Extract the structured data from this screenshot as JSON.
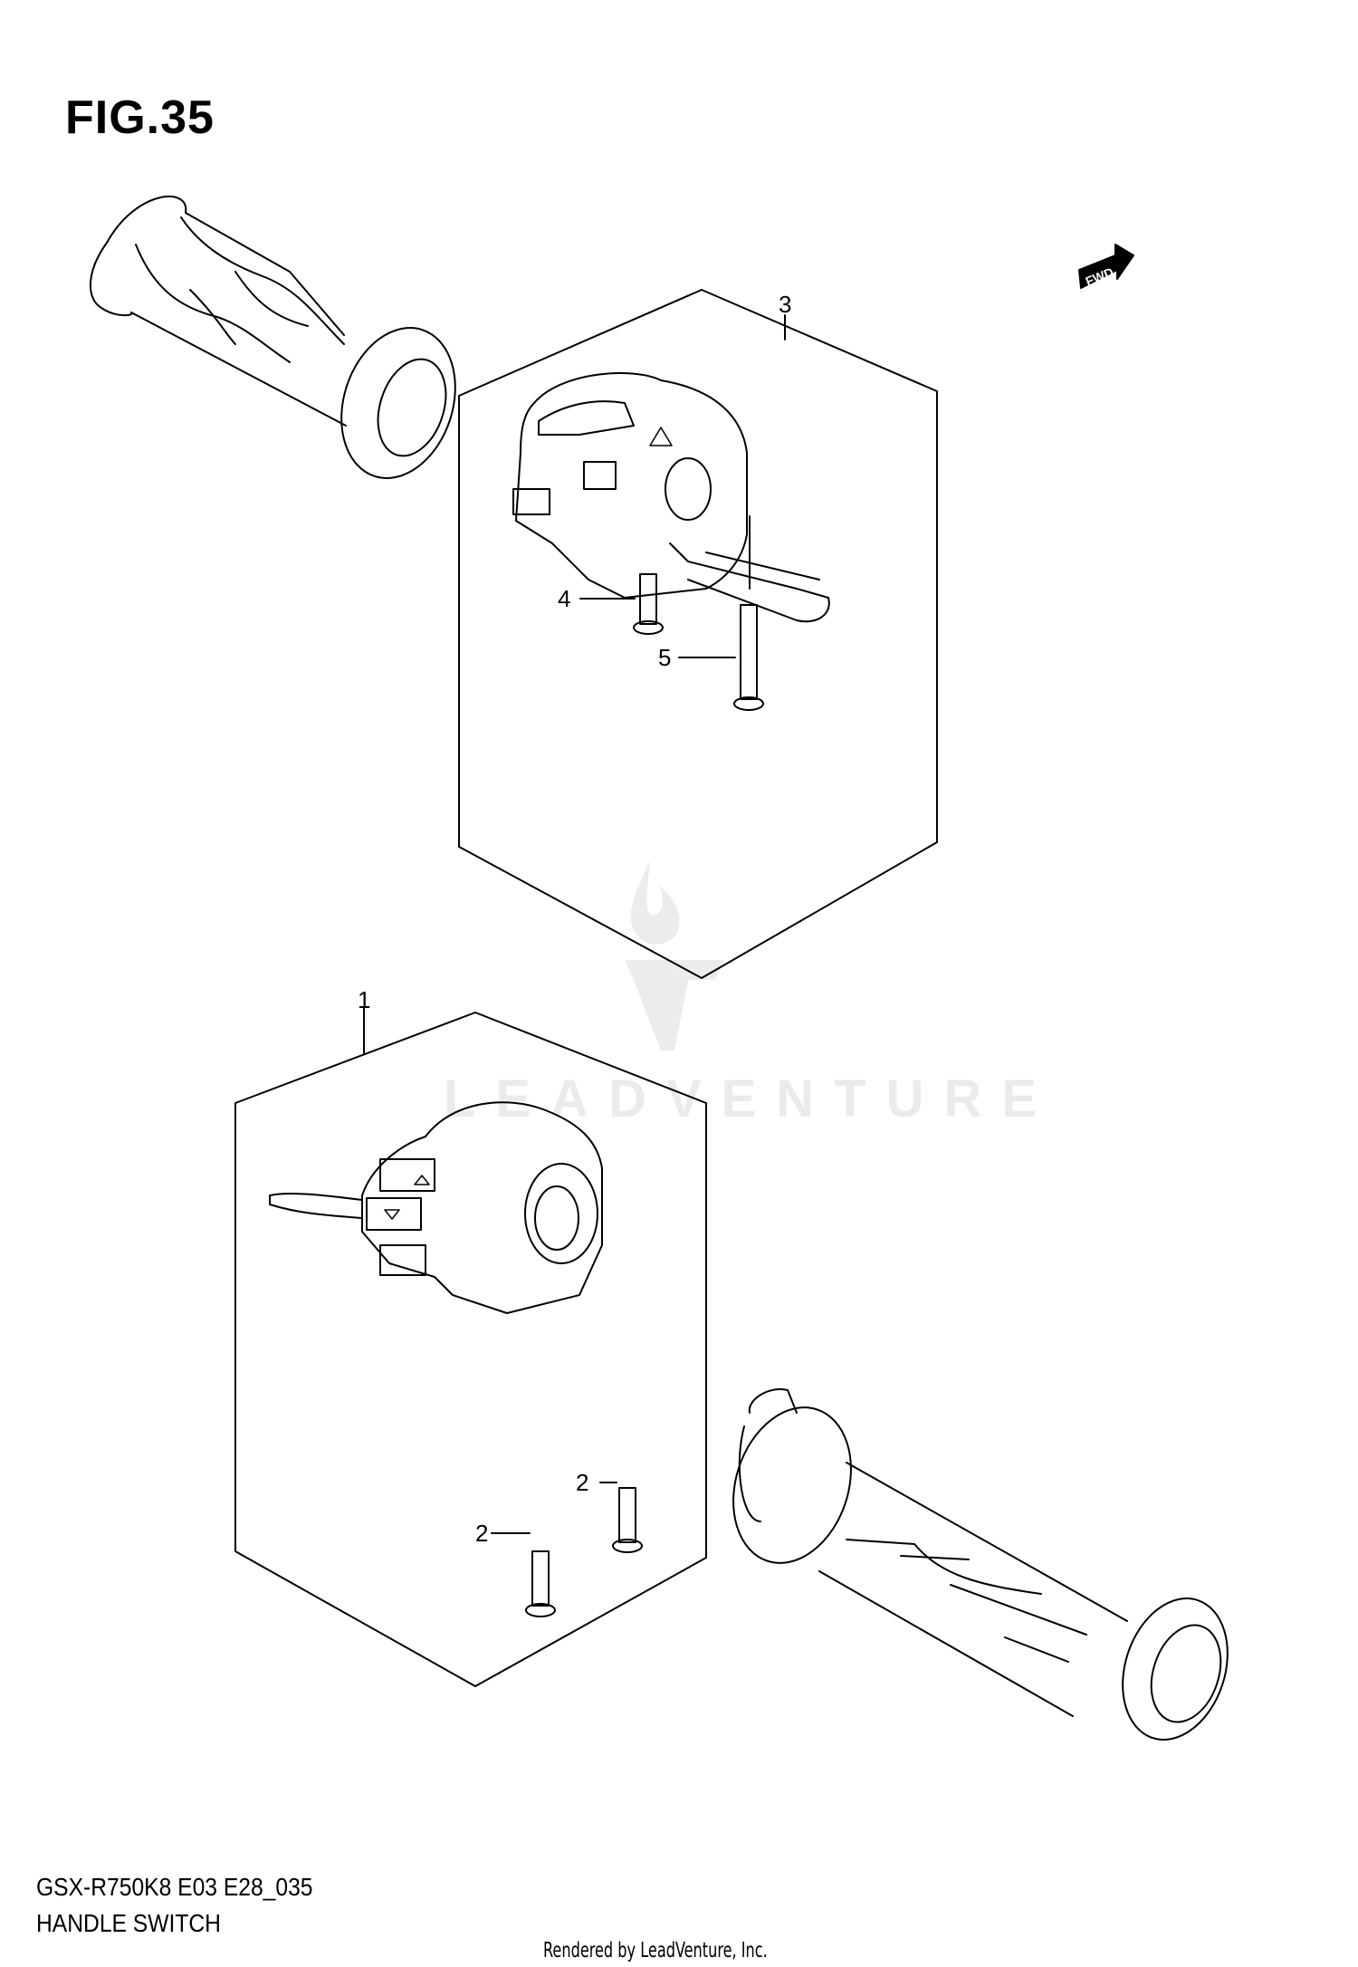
{
  "figure": {
    "title": "FIG.35",
    "model_code": "GSX-R750K8 E03 E28_035",
    "subtitle": "HANDLE SWITCH",
    "credit": "Rendered by LeadVenture, Inc."
  },
  "direction_indicator": {
    "label": "FWD",
    "icon": "fwd-arrow-icon"
  },
  "watermark": {
    "text": "LEADVENTURE",
    "color": "#ebebeb"
  },
  "callouts": [
    {
      "id": "callout-1",
      "label": "1",
      "part": "left-handle-switch-assembly"
    },
    {
      "id": "callout-2a",
      "label": "2",
      "part": "screw"
    },
    {
      "id": "callout-2b",
      "label": "2",
      "part": "screw"
    },
    {
      "id": "callout-3",
      "label": "3",
      "part": "right-handle-switch-assembly"
    },
    {
      "id": "callout-4",
      "label": "4",
      "part": "screw"
    },
    {
      "id": "callout-5",
      "label": "5",
      "part": "long-screw"
    }
  ],
  "colors": {
    "line": "#000000",
    "background": "#ffffff",
    "watermark": "#ebebeb"
  }
}
